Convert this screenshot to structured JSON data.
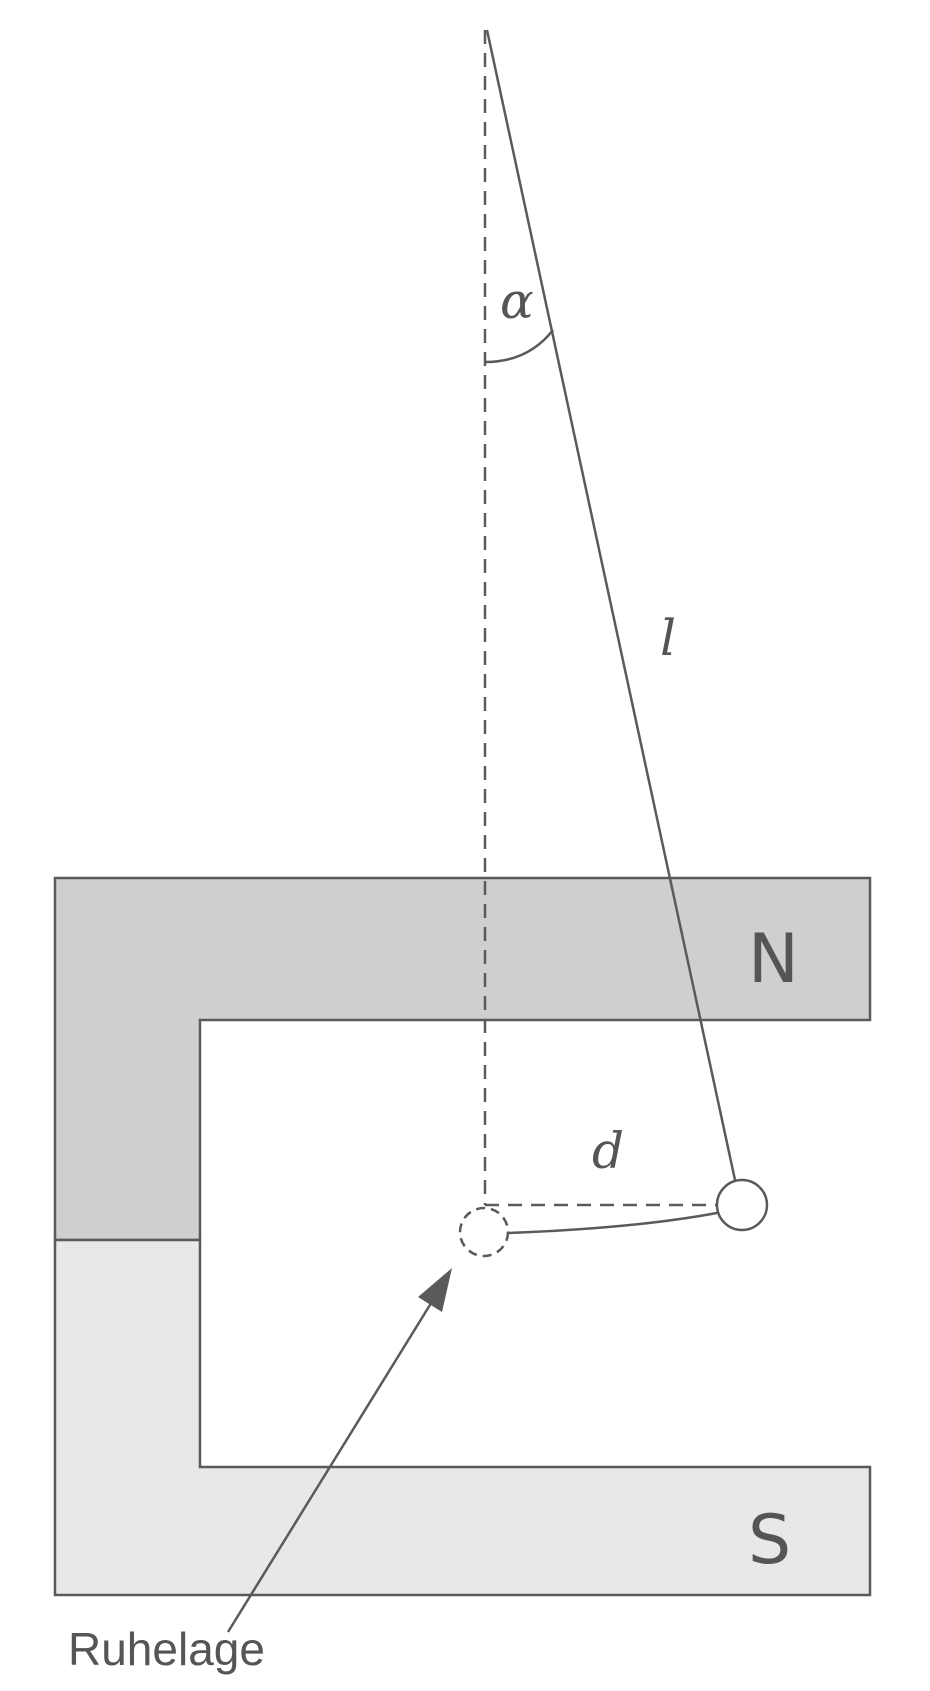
{
  "labels": {
    "angle": "α",
    "length": "l",
    "deflection": "d",
    "north_pole": "N",
    "south_pole": "S",
    "rest_position": "Ruhelage"
  },
  "colors": {
    "north_fill": "#cfcfcf",
    "south_fill": "#e8e8e8",
    "stroke": "#5a5a5a",
    "text": "#555555",
    "background": "#ffffff"
  }
}
